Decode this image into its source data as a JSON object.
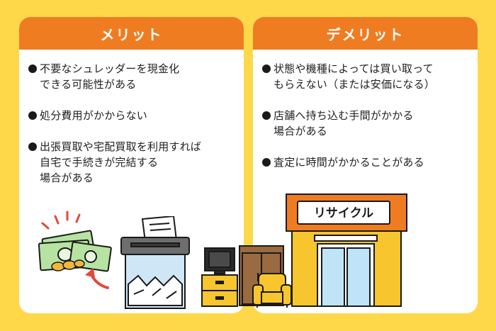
{
  "merit": {
    "title": "メリット",
    "items": [
      "不要なシュレッダーを現金化\nできる可能性がある",
      "処分費用がかからない",
      "出張買取や宅配買取を利用すれば\n自宅で手続きが完結する\n場合がある"
    ]
  },
  "demerit": {
    "title": "デメリット",
    "items": [
      "状態や機種によっては買い取って\nもらえない（または安価になる）",
      "店舗へ持ち込む手間がかかる\n場合がある",
      "査定に時間がかかることがある"
    ]
  },
  "shop_sign": "リサイクル",
  "colors": {
    "background": "#FFD84A",
    "header": "#F07C22",
    "panel": "#FFFFFF",
    "cash": "#B7E3A2",
    "arrow": "#E3493B"
  },
  "icons": [
    "cash-icon",
    "coin-icon",
    "arrow-icon",
    "shredder-icon",
    "tv-icon",
    "cabinet-icon",
    "armchair-icon",
    "recycle-shop-icon"
  ]
}
